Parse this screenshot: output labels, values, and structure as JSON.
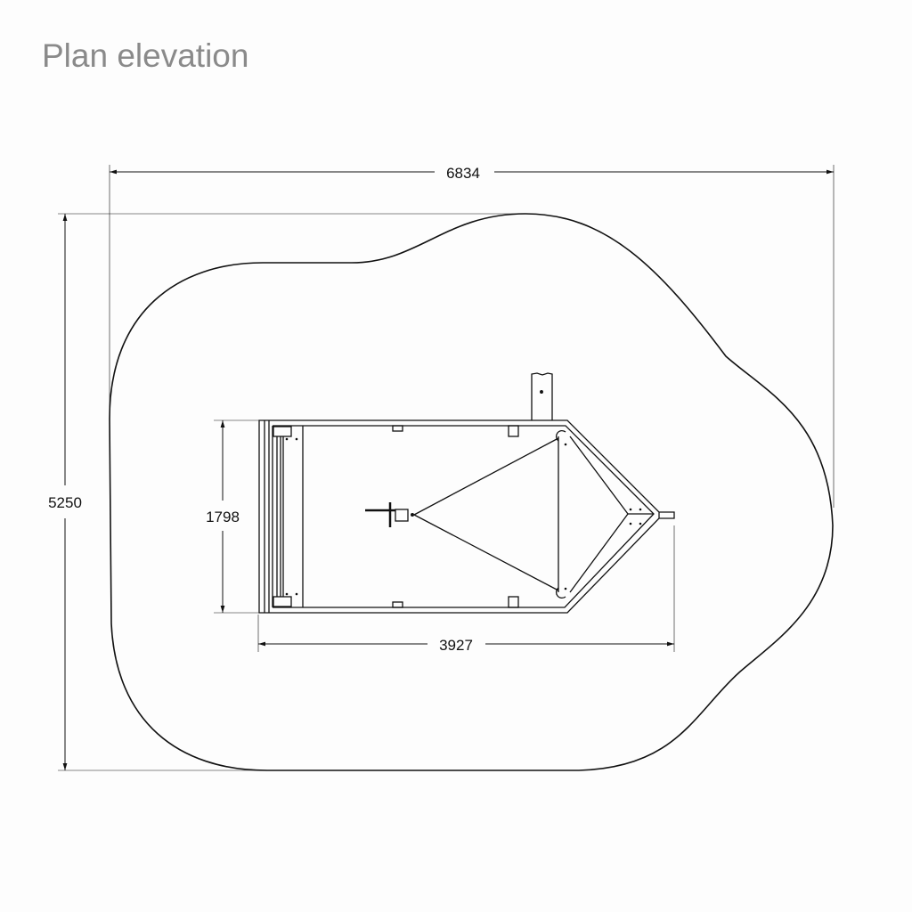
{
  "title": "Plan elevation",
  "dimensions": {
    "overall_width": "6834",
    "overall_depth": "5250",
    "equipment_width": "1798",
    "equipment_length": "3927"
  }
}
